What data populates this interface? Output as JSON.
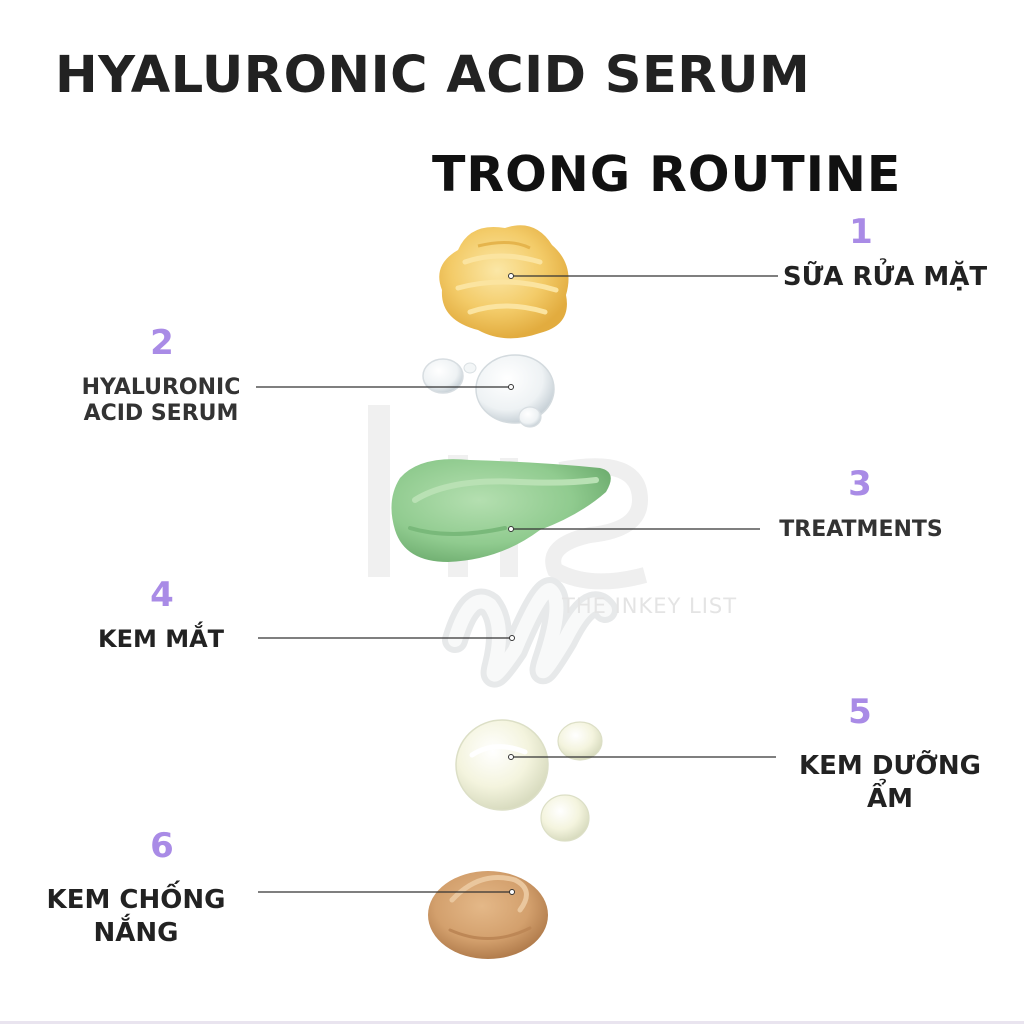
{
  "title": "HYALURONIC ACID SERUM",
  "subtitle": "TRONG ROUTINE",
  "watermark": "THE INKEY LIST",
  "colors": {
    "accent_number": "#a98be6",
    "text": "#222222",
    "cleanser": "#f3c965",
    "serum": "#e9eef1",
    "treatment": "#8fcb8f",
    "eye_cream": "#f1f1f1",
    "moisturizer": "#f3f3dd",
    "sunscreen": "#d4a06f"
  },
  "steps": [
    {
      "number": "1",
      "label_line1": "SỮA RỬA MẶT",
      "label_line2": "",
      "swatch": "cleanser-swatch"
    },
    {
      "number": "2",
      "label_line1": "HYALURONIC",
      "label_line2": "ACID SERUM",
      "swatch": "serum-swatch"
    },
    {
      "number": "3",
      "label_line1": "TREATMENTS",
      "label_line2": "",
      "swatch": "treatment-swatch"
    },
    {
      "number": "4",
      "label_line1": "KEM MẮT",
      "label_line2": "",
      "swatch": "eye-cream-swatch"
    },
    {
      "number": "5",
      "label_line1": "KEM DƯỠNG",
      "label_line2": "ẨM",
      "swatch": "moisturizer-swatch"
    },
    {
      "number": "6",
      "label_line1": "KEM CHỐNG",
      "label_line2": "NẮNG",
      "swatch": "sunscreen-swatch"
    }
  ]
}
